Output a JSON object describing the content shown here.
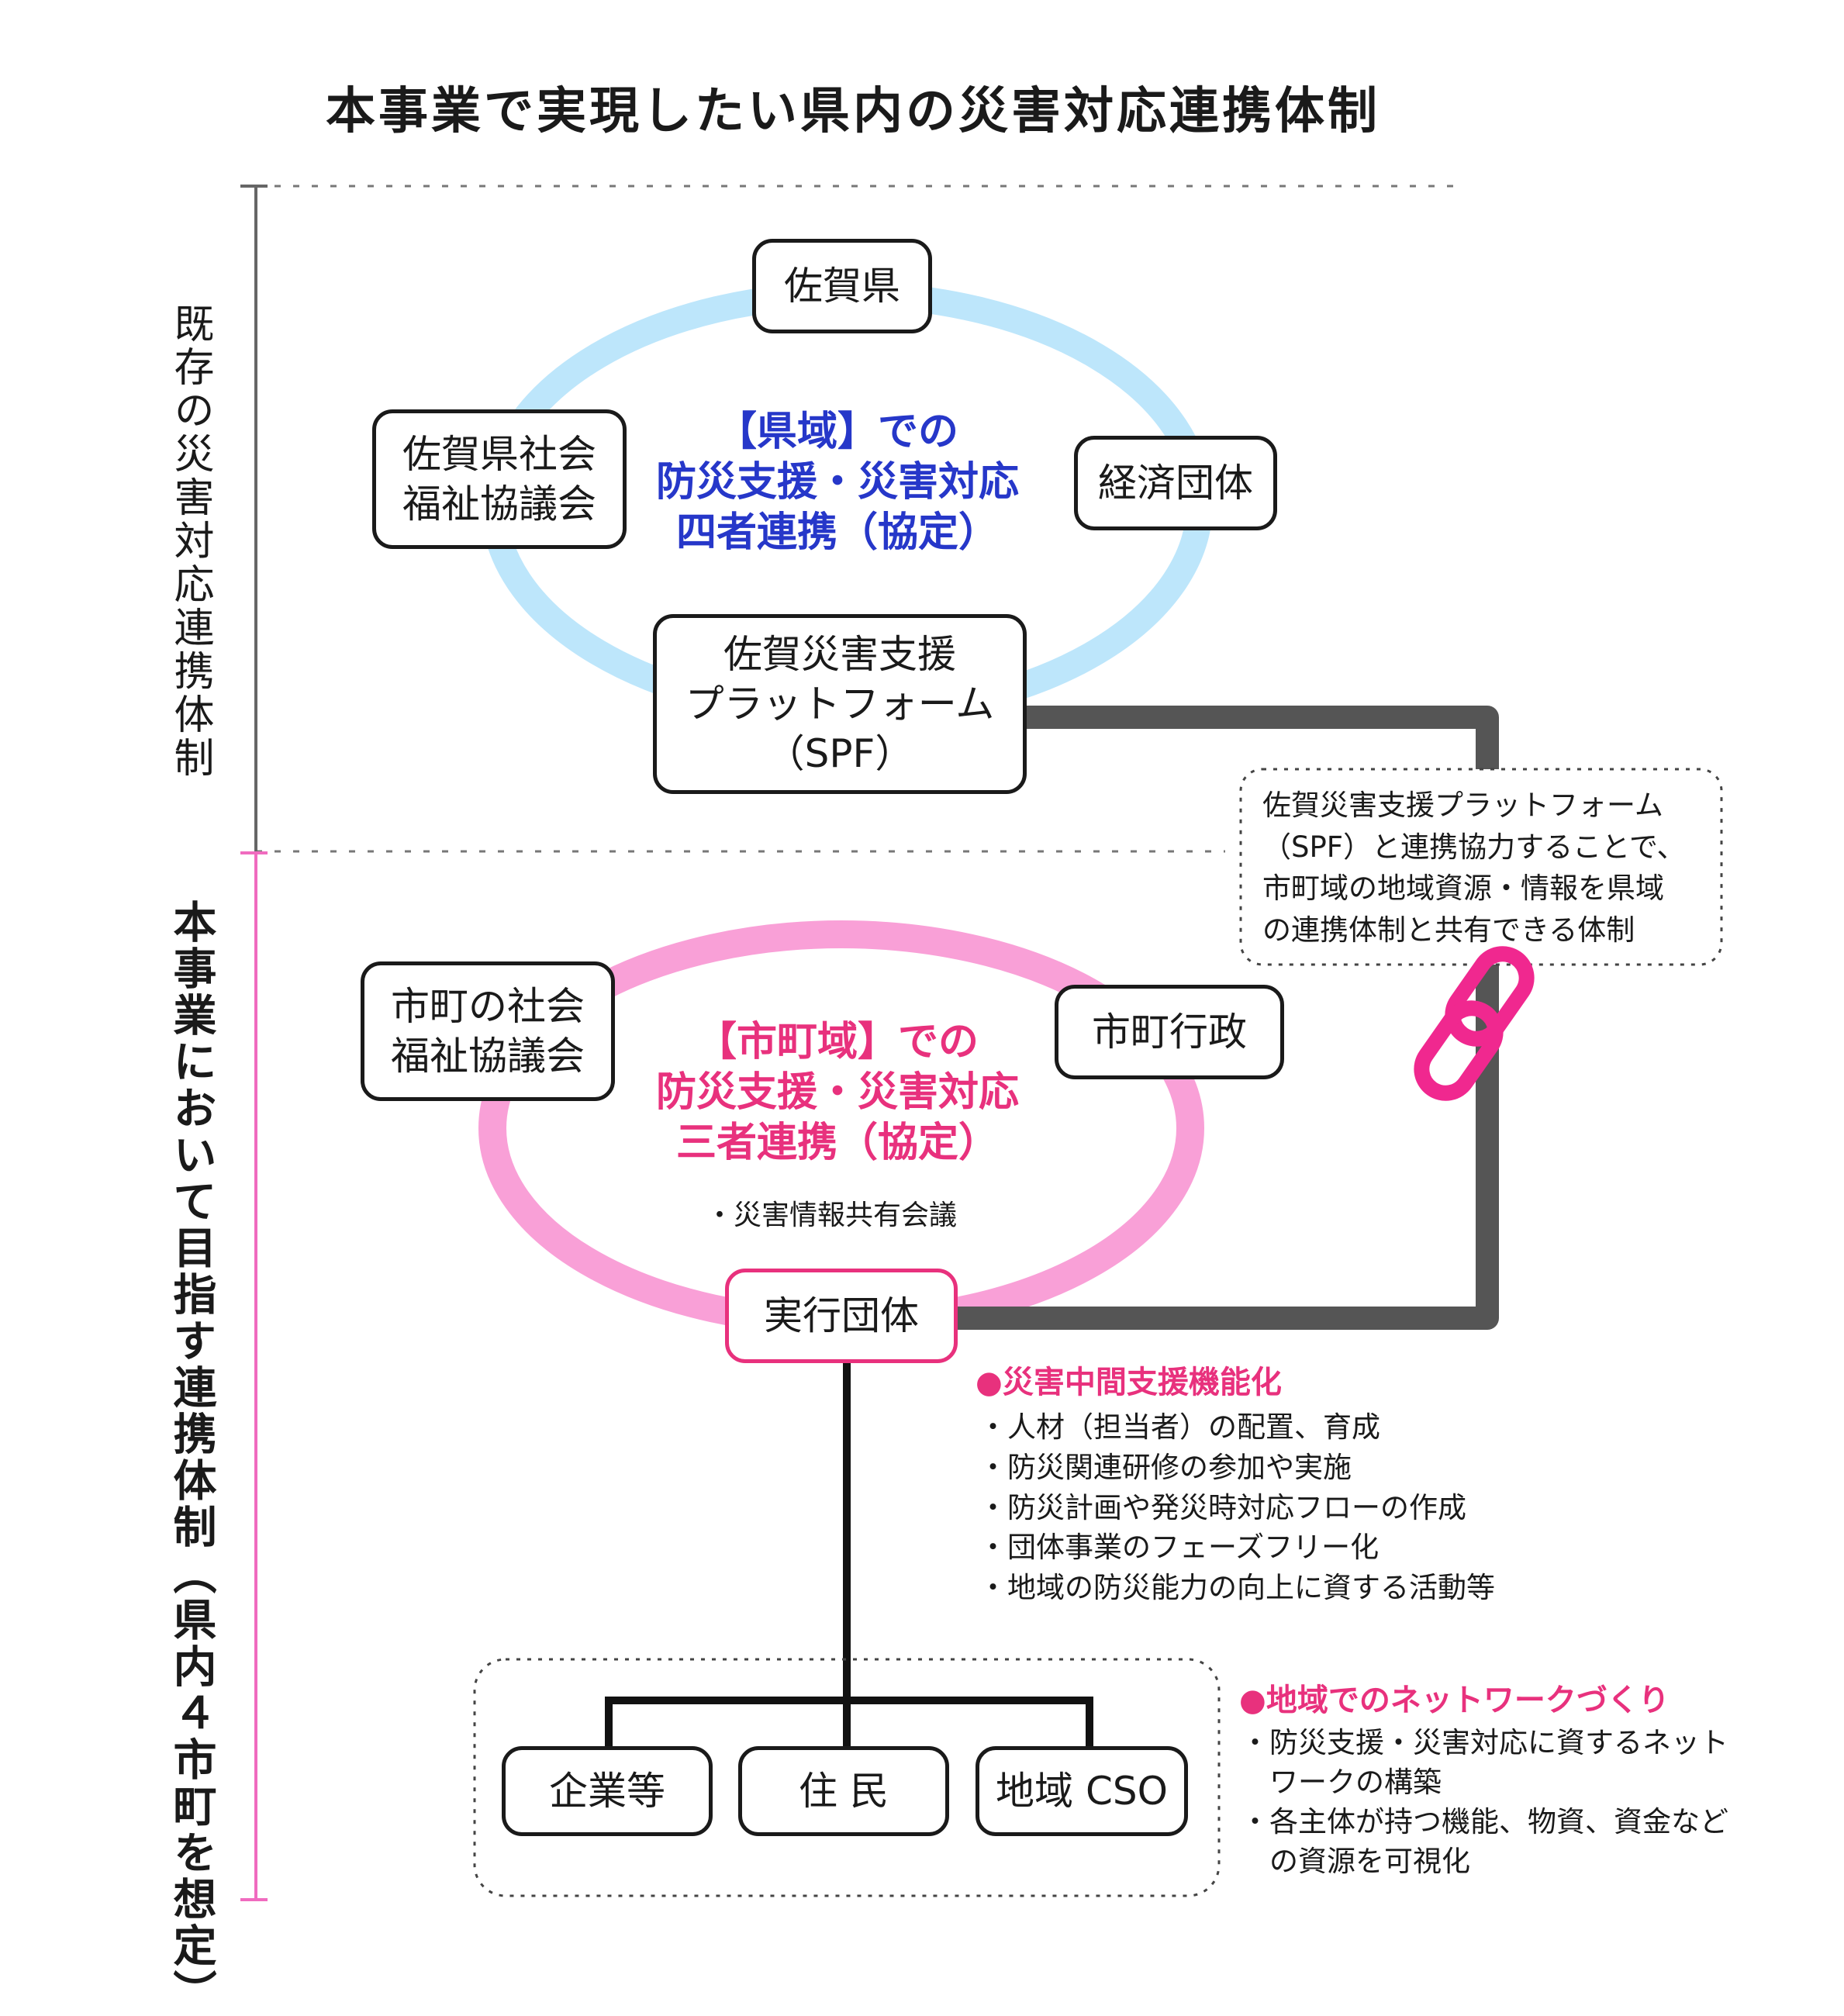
{
  "title": "本事業で実現したい県内の災害対応連携体制",
  "side_labels": {
    "existing": "既存の災害対応連携体制",
    "target": "本事業において目指す連携体制（県内４市町を想定）"
  },
  "prefecture": {
    "center_lines": [
      "【県域】での",
      "防災支援・災害対応",
      "四者連携（協定）"
    ],
    "nodes": {
      "saga_pref": "佐賀県",
      "saga_council": [
        "佐賀県社会",
        "福祉協議会"
      ],
      "economic": "経済団体",
      "spf": [
        "佐賀災害支援",
        "プラットフォーム",
        "（SPF）"
      ]
    }
  },
  "spf_note": [
    "佐賀災害支援プラットフォーム",
    "（SPF）と連携協力することで、",
    "市町域の地域資源・情報を県域",
    "の連携体制と共有できる体制"
  ],
  "municipal": {
    "center_lines": [
      "【市町域】での",
      "防災支援・災害対応",
      "三者連携（協定）"
    ],
    "sub_item": "・災害情報共有会議",
    "nodes": {
      "city_council": [
        "市町の社会",
        "福祉協議会"
      ],
      "city_admin": "市町行政",
      "executor": "実行団体"
    }
  },
  "intermediate_support": {
    "heading": "●災害中間支援機能化",
    "items": [
      "・人材（担当者）の配置、育成",
      "・防災関連研修の参加や実施",
      "・防災計画や発災時対応フローの作成",
      "・団体事業のフェーズフリー化",
      "・地域の防災能力の向上に資する活動等"
    ]
  },
  "network": {
    "heading": "●地域でのネットワークづくり",
    "items": [
      "・防災支援・災害対応に資するネット",
      "　ワークの構築",
      "・各主体が持つ機能、物資、資金など",
      "　の資源を可視化"
    ],
    "nodes": {
      "companies": "企業等",
      "residents": "住 民",
      "cso": "地域 CSO"
    }
  },
  "colors": {
    "blue_ring": "#bde6fb",
    "pink_ring": "#f9a0d7",
    "blue_text": "#2637c9",
    "pink_text": "#e8317d",
    "connector": "#555555",
    "chain": "#f0288f"
  },
  "icons": [
    "chain-link-icon"
  ]
}
